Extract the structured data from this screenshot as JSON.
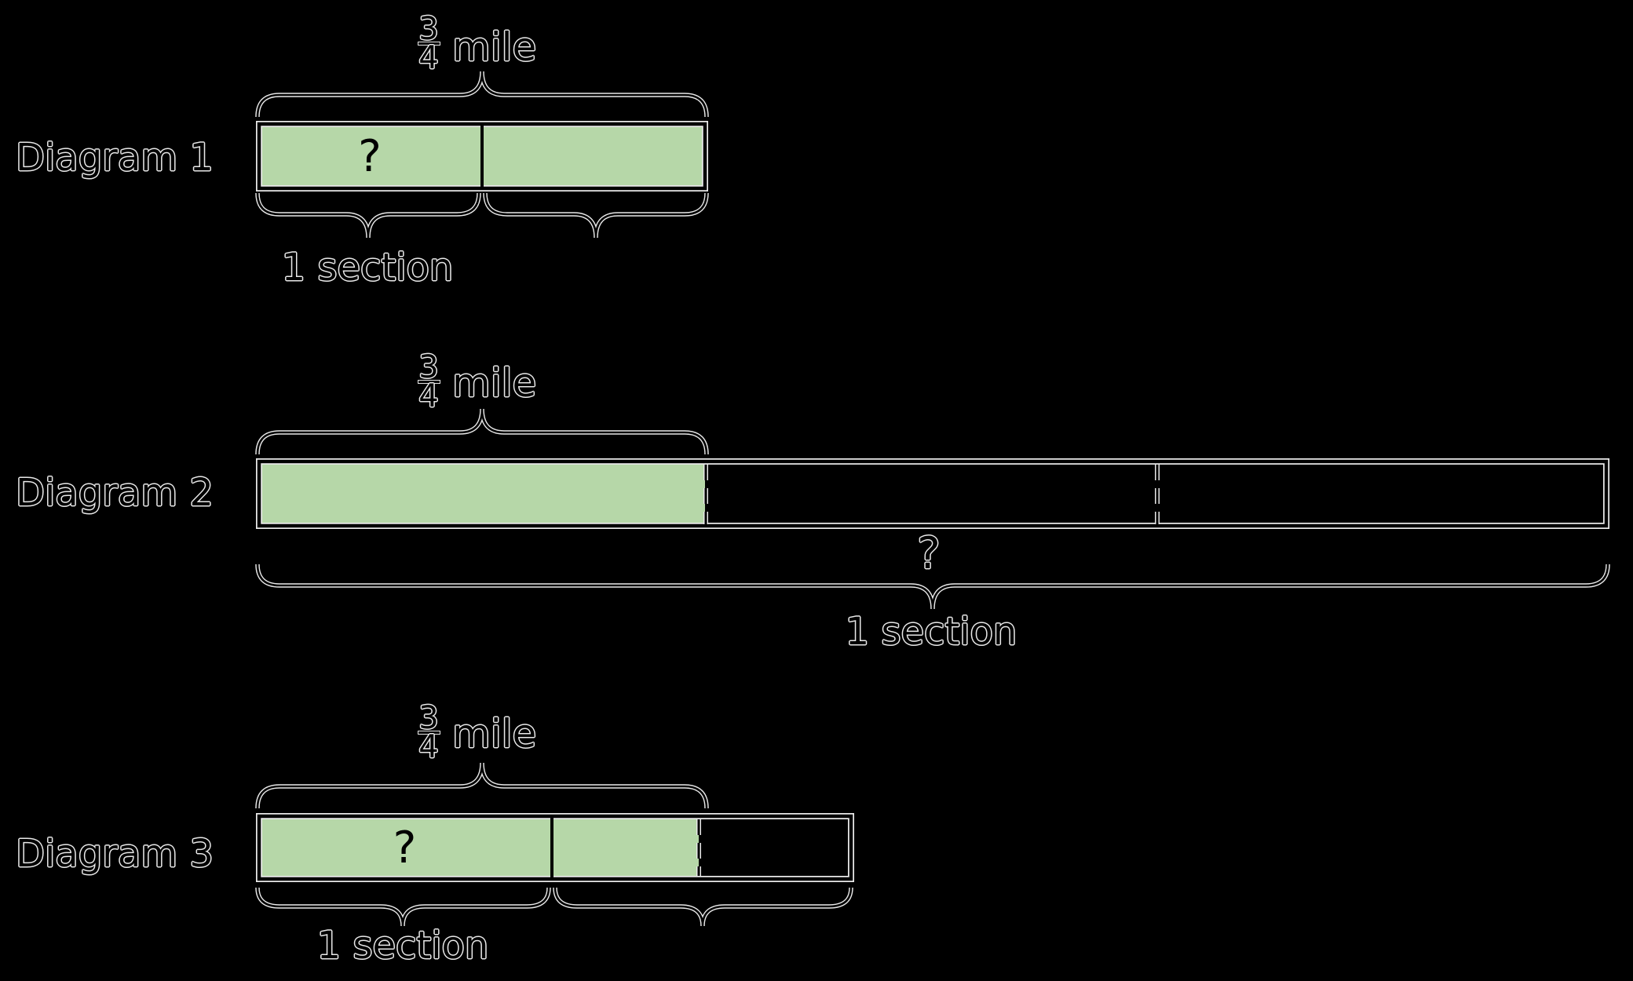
{
  "canvas": {
    "background": "#000000"
  },
  "colors": {
    "green_fill": "#b6d7a8",
    "line_core": "#000000",
    "line_halo": "#e9e9e9"
  },
  "diagrams": [
    {
      "label": "Diagram 1",
      "fraction": {
        "numerator": "3",
        "denominator": "4"
      },
      "unit": "mile",
      "question_mark": "?",
      "section_label": "1 section"
    },
    {
      "label": "Diagram 2",
      "fraction": {
        "numerator": "3",
        "denominator": "4"
      },
      "unit": "mile",
      "question_mark": "?",
      "section_label": "1 section"
    },
    {
      "label": "Diagram 3",
      "fraction": {
        "numerator": "3",
        "denominator": "4"
      },
      "unit": "mile",
      "question_mark": "?",
      "section_label": "1 section"
    }
  ]
}
